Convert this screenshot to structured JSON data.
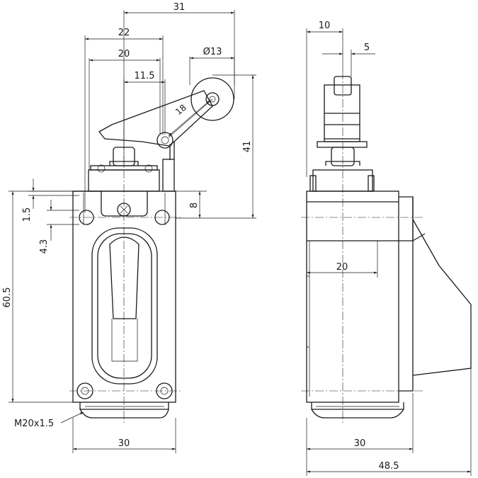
{
  "dimensions": {
    "overall_width_top": "31",
    "lever_width_22": "22",
    "lever_width_20": "20",
    "pivot_offset": "11.5",
    "roller_diameter": "Ø13",
    "lever_length": "18",
    "total_height_41": "41",
    "mount_hole_offset": "8",
    "dim_1_5": "1.5",
    "dim_4_3": "4.3",
    "body_height": "60.5",
    "thread": "M20x1.5",
    "front_width": "30",
    "side_top_10": "10",
    "side_top_5": "5",
    "side_inner_20": "20",
    "side_width_30": "30",
    "side_total_48_5": "48.5"
  }
}
